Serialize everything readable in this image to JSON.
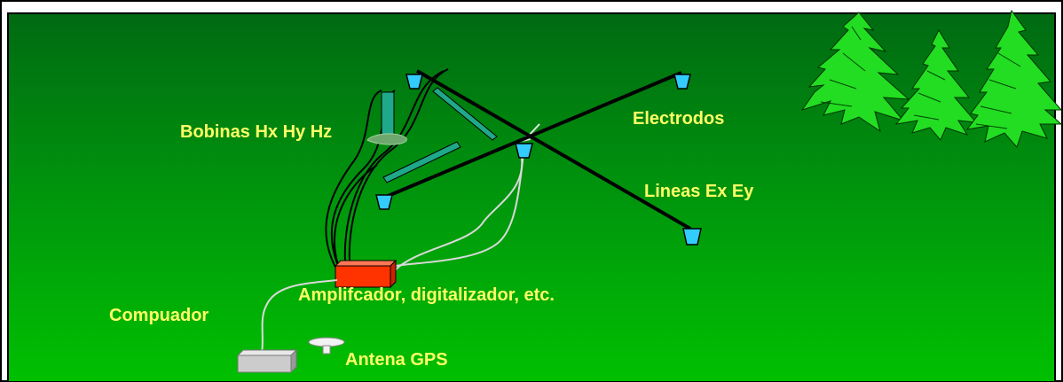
{
  "labels": {
    "coils": "Bobinas Hx Hy Hz",
    "electrodes": "Electrodos",
    "lines": "Lineas Ex Ey",
    "amplifier": "Amplifcador, digitalizador, etc.",
    "computer": "Compuador",
    "gps": "Antena GPS"
  },
  "colors": {
    "ground_top": "#006a12",
    "ground_bottom": "#00c000",
    "label_text": "#ffff66",
    "electrode": "#33ccff",
    "coil": "#1fa88a",
    "amplifier": "#ff3300",
    "computer": "#cccccc",
    "tree": "#22dd22"
  }
}
